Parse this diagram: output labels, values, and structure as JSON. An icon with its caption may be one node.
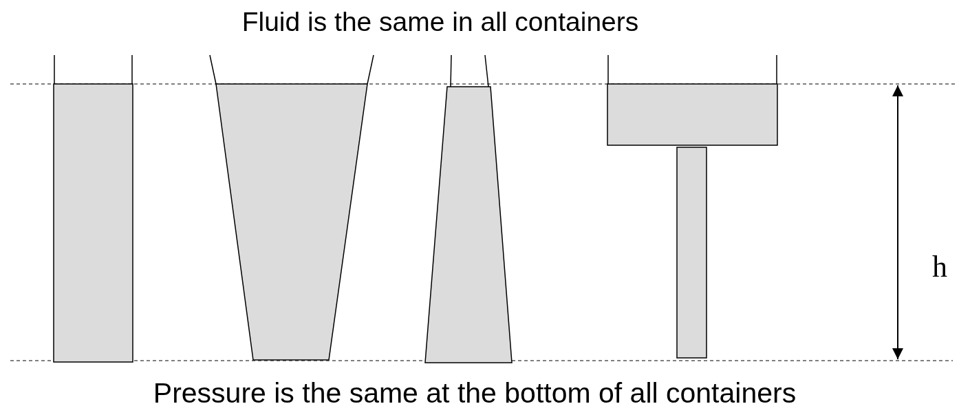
{
  "diagram": {
    "title": "Fluid is the same in all containers",
    "caption": "Pressure is the same at the bottom of all containers",
    "labels": [
      "h"
    ]
  }
}
